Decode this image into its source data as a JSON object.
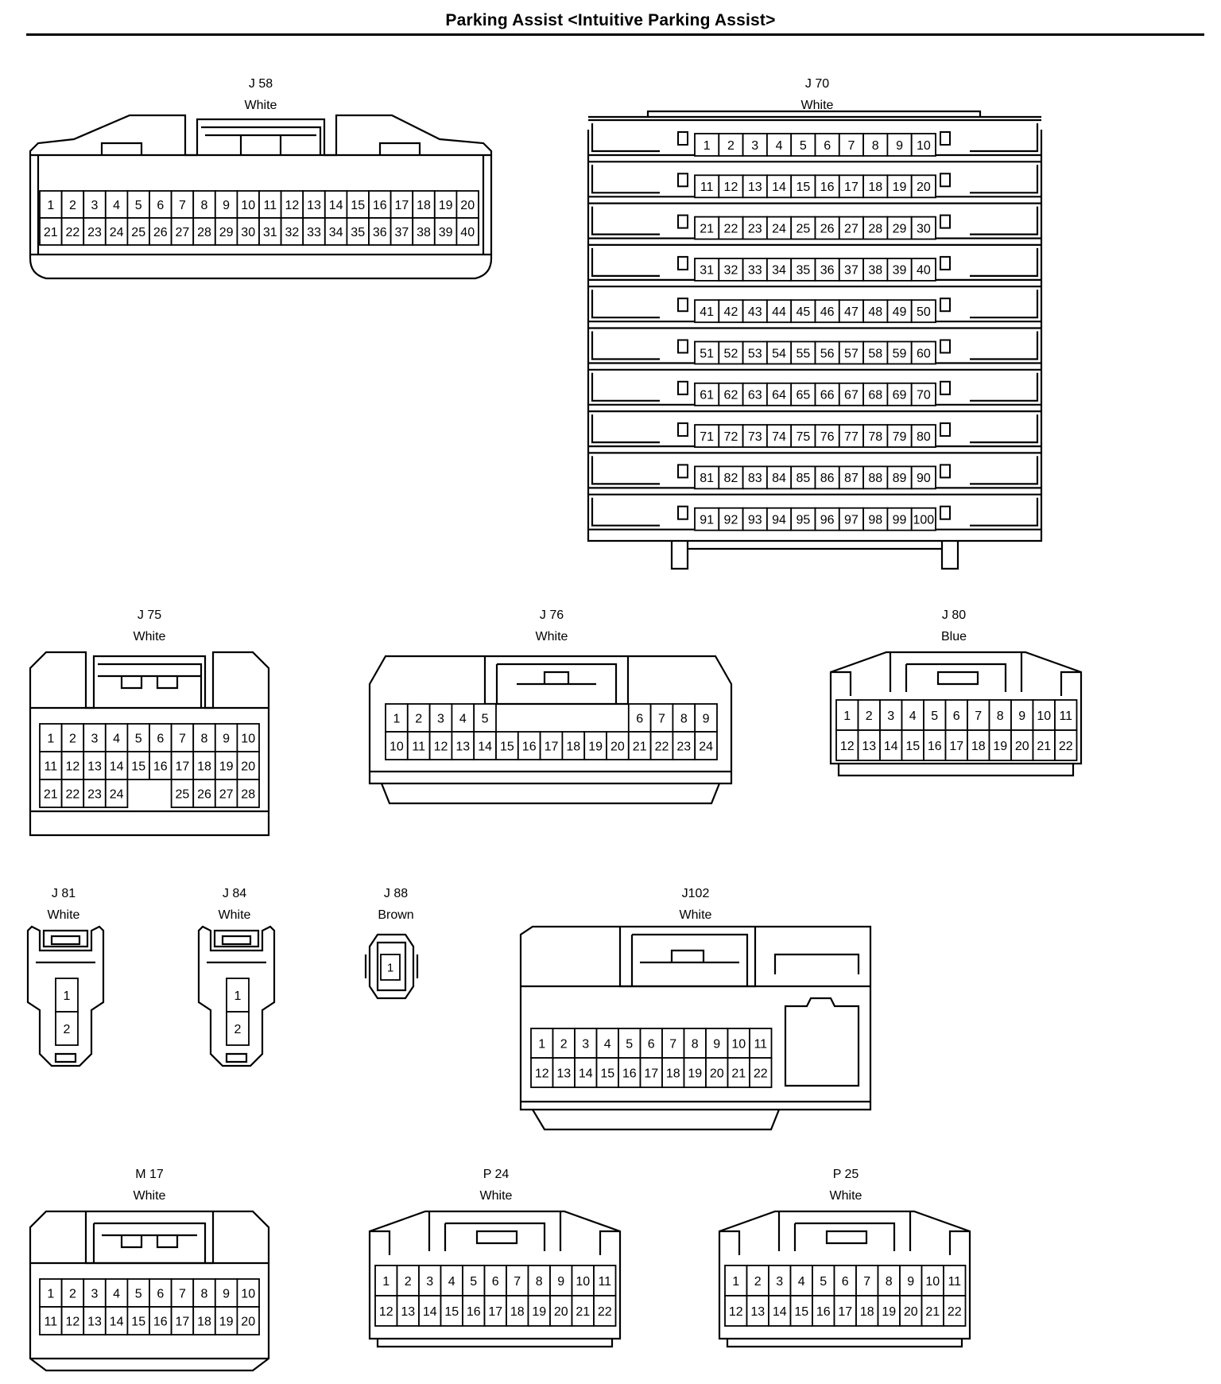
{
  "page": {
    "title": "Parking Assist <Intuitive Parking Assist>"
  },
  "connectors": {
    "J58": {
      "code": "J 58",
      "color": "White",
      "rows": [
        [
          "1",
          "2",
          "3",
          "4",
          "5",
          "6",
          "7",
          "8",
          "9",
          "10",
          "11",
          "12",
          "13",
          "14",
          "15",
          "16",
          "17",
          "18",
          "19",
          "20"
        ],
        [
          "21",
          "22",
          "23",
          "24",
          "25",
          "26",
          "27",
          "28",
          "29",
          "30",
          "31",
          "32",
          "33",
          "34",
          "35",
          "36",
          "37",
          "38",
          "39",
          "40"
        ]
      ]
    },
    "J70": {
      "code": "J 70",
      "color": "White",
      "rows": [
        [
          "1",
          "2",
          "3",
          "4",
          "5",
          "6",
          "7",
          "8",
          "9",
          "10"
        ],
        [
          "11",
          "12",
          "13",
          "14",
          "15",
          "16",
          "17",
          "18",
          "19",
          "20"
        ],
        [
          "21",
          "22",
          "23",
          "24",
          "25",
          "26",
          "27",
          "28",
          "29",
          "30"
        ],
        [
          "31",
          "32",
          "33",
          "34",
          "35",
          "36",
          "37",
          "38",
          "39",
          "40"
        ],
        [
          "41",
          "42",
          "43",
          "44",
          "45",
          "46",
          "47",
          "48",
          "49",
          "50"
        ],
        [
          "51",
          "52",
          "53",
          "54",
          "55",
          "56",
          "57",
          "58",
          "59",
          "60"
        ],
        [
          "61",
          "62",
          "63",
          "64",
          "65",
          "66",
          "67",
          "68",
          "69",
          "70"
        ],
        [
          "71",
          "72",
          "73",
          "74",
          "75",
          "76",
          "77",
          "78",
          "79",
          "80"
        ],
        [
          "81",
          "82",
          "83",
          "84",
          "85",
          "86",
          "87",
          "88",
          "89",
          "90"
        ],
        [
          "91",
          "92",
          "93",
          "94",
          "95",
          "96",
          "97",
          "98",
          "99",
          "100"
        ]
      ]
    },
    "J75": {
      "code": "J 75",
      "color": "White",
      "rows": [
        [
          "1",
          "2",
          "3",
          "4",
          "5",
          "6",
          "7",
          "8",
          "9",
          "10"
        ],
        [
          "11",
          "12",
          "13",
          "14",
          "15",
          "16",
          "17",
          "18",
          "19",
          "20"
        ],
        [
          "21",
          "22",
          "23",
          "24",
          "",
          "",
          "25",
          "26",
          "27",
          "28"
        ]
      ]
    },
    "J76": {
      "code": "J 76",
      "color": "White",
      "rows": [
        [
          "1",
          "2",
          "3",
          "4",
          "5",
          "",
          "",
          "",
          "",
          "",
          "",
          "6",
          "7",
          "8",
          "9"
        ],
        [
          "10",
          "11",
          "12",
          "13",
          "14",
          "15",
          "16",
          "17",
          "18",
          "19",
          "20",
          "21",
          "22",
          "23",
          "24"
        ]
      ]
    },
    "J80": {
      "code": "J 80",
      "color": "Blue",
      "rows": [
        [
          "1",
          "2",
          "3",
          "4",
          "5",
          "6",
          "7",
          "8",
          "9",
          "10",
          "11"
        ],
        [
          "12",
          "13",
          "14",
          "15",
          "16",
          "17",
          "18",
          "19",
          "20",
          "21",
          "22"
        ]
      ]
    },
    "J81": {
      "code": "J 81",
      "color": "White",
      "rows": [
        [
          "1"
        ],
        [
          "2"
        ]
      ]
    },
    "J84": {
      "code": "J 84",
      "color": "White",
      "rows": [
        [
          "1"
        ],
        [
          "2"
        ]
      ]
    },
    "J88": {
      "code": "J 88",
      "color": "Brown",
      "rows": [
        [
          "1"
        ]
      ]
    },
    "J102": {
      "code": "J102",
      "color": "White",
      "rows": [
        [
          "1",
          "2",
          "3",
          "4",
          "5",
          "6",
          "7",
          "8",
          "9",
          "10",
          "11"
        ],
        [
          "12",
          "13",
          "14",
          "15",
          "16",
          "17",
          "18",
          "19",
          "20",
          "21",
          "22"
        ]
      ]
    },
    "M17": {
      "code": "M 17",
      "color": "White",
      "rows": [
        [
          "1",
          "2",
          "3",
          "4",
          "5",
          "6",
          "7",
          "8",
          "9",
          "10"
        ],
        [
          "11",
          "12",
          "13",
          "14",
          "15",
          "16",
          "17",
          "18",
          "19",
          "20"
        ]
      ]
    },
    "P24": {
      "code": "P 24",
      "color": "White",
      "rows": [
        [
          "1",
          "2",
          "3",
          "4",
          "5",
          "6",
          "7",
          "8",
          "9",
          "10",
          "11"
        ],
        [
          "12",
          "13",
          "14",
          "15",
          "16",
          "17",
          "18",
          "19",
          "20",
          "21",
          "22"
        ]
      ]
    },
    "P25": {
      "code": "P 25",
      "color": "White",
      "rows": [
        [
          "1",
          "2",
          "3",
          "4",
          "5",
          "6",
          "7",
          "8",
          "9",
          "10",
          "11"
        ],
        [
          "12",
          "13",
          "14",
          "15",
          "16",
          "17",
          "18",
          "19",
          "20",
          "21",
          "22"
        ]
      ]
    }
  }
}
